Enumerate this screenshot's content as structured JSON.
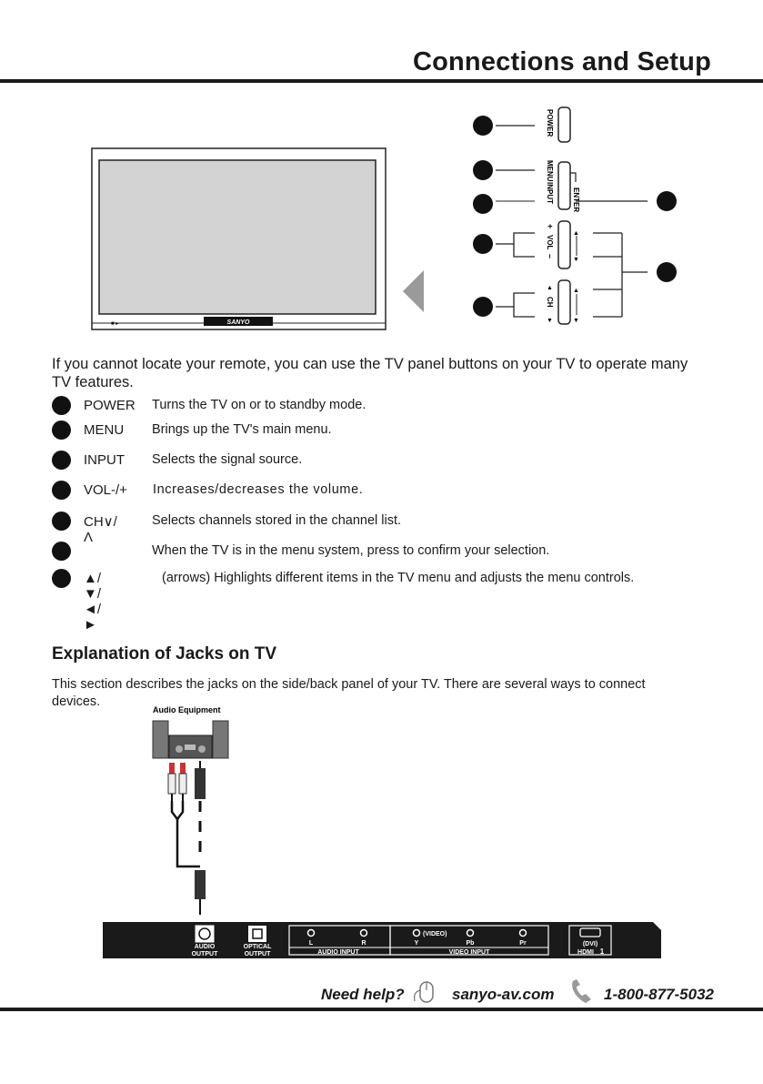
{
  "header": {
    "title": "Connections and Setup"
  },
  "panel_diagram": {
    "labels": {
      "power": "POWER",
      "menu": "MENU",
      "input": "INPUT",
      "enter": "ENTER",
      "vol": "VOL",
      "ch": "CH",
      "plus": "+",
      "minus": "–"
    },
    "tv_logo": "SANYO"
  },
  "intro": "If you cannot locate your remote, you can use the TV panel buttons on your TV to operate many TV features.",
  "buttons": [
    {
      "name": "POWER",
      "desc": "Turns the TV on or to standby mode."
    },
    {
      "name": "MENU",
      "desc": "Brings up the TV's main menu."
    },
    {
      "name": "INPUT",
      "desc": "Selects the signal source."
    },
    {
      "name": "VOL-/+",
      "desc": "Increases/decreases the volume."
    },
    {
      "name": "CH∨/Λ",
      "desc": "Selects channels stored in the channel list."
    },
    {
      "name": "",
      "desc": "When the TV is in the menu system, press to confirm your selection."
    },
    {
      "name": "▲/▼/◄/►",
      "desc": "(arrows)  Highlights different items in the TV menu and  adjusts the menu controls."
    }
  ],
  "jacks_section": {
    "title": "Explanation of Jacks on TV",
    "text": "This section describes the jacks on the side/back panel of your TV. There are several ways to connect devices.",
    "audio_equipment_label": "Audio Equipment",
    "jack_labels": {
      "audio_output_1": "AUDIO",
      "audio_output_2": "OUTPUT",
      "optical_output_1": "OPTICAL",
      "optical_output_2": "OUTPUT",
      "audio_l": "L",
      "audio_r": "R",
      "audio_input": "AUDIO INPUT",
      "video_tag": "(VIDEO)",
      "y": "Y",
      "pb": "Pb",
      "pr": "Pr",
      "video_input": "VIDEO INPUT",
      "dvi": "(DVI)",
      "hdmi": "HDMI",
      "hdmi_num": "1"
    }
  },
  "footer": {
    "need_help": "Need help?",
    "website": "sanyo-av.com",
    "phone": "1-800-877-5032"
  }
}
